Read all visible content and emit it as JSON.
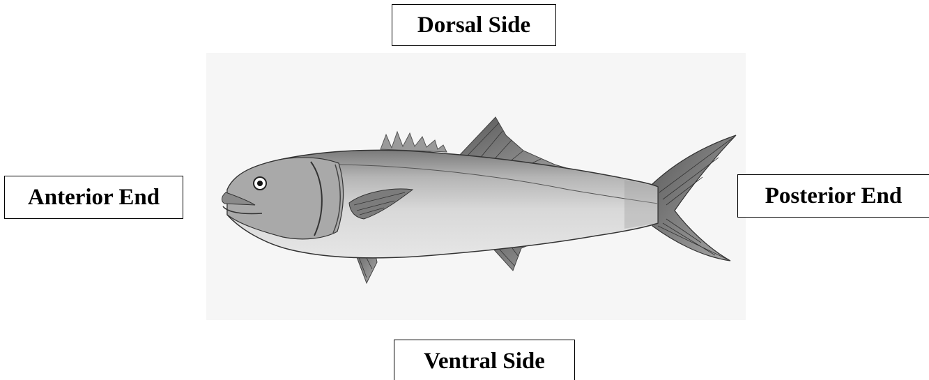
{
  "labels": {
    "dorsal": "Dorsal Side",
    "anterior": "Anterior End",
    "posterior": "Posterior End",
    "ventral": "Ventral Side"
  },
  "colors": {
    "background": "#ffffff",
    "illustration_background": "#f6f6f6",
    "ink": "#000000"
  }
}
